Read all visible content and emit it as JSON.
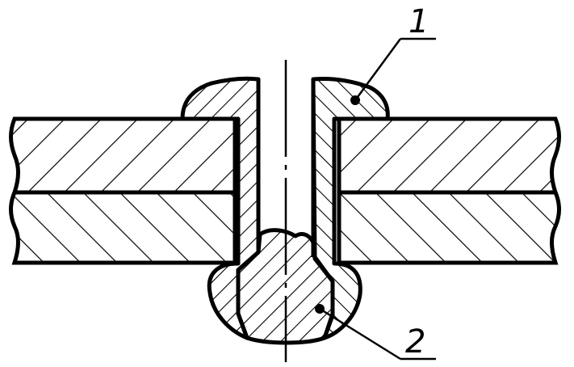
{
  "drawing": {
    "callouts": [
      {
        "id": "1",
        "label": "1",
        "part": "rivet-sleeve"
      },
      {
        "id": "2",
        "label": "2",
        "part": "rivet-mandrel-head"
      }
    ]
  },
  "colors": {
    "ink": "#000000",
    "background": "#ffffff"
  }
}
